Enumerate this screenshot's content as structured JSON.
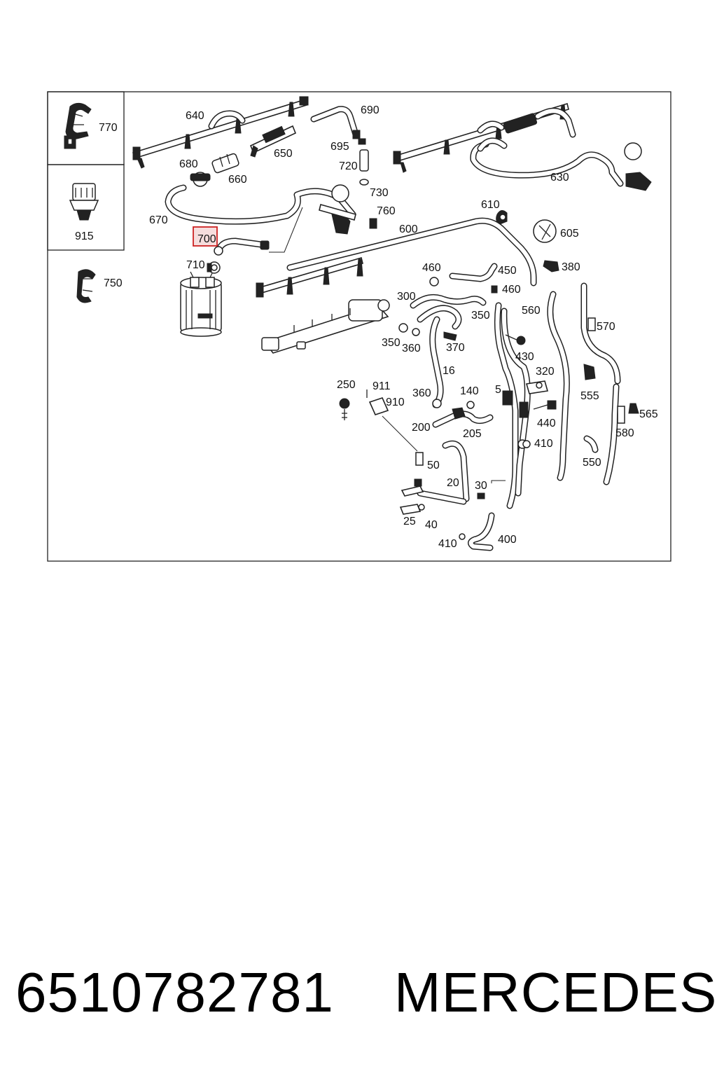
{
  "diagram": {
    "highlight_color": "#cc2222",
    "highlighted_label": "700",
    "inset_labels": [
      "770",
      "915"
    ],
    "labels": [
      "640",
      "690",
      "650",
      "695",
      "720",
      "680",
      "660",
      "730",
      "760",
      "670",
      "700",
      "710",
      "750",
      "630",
      "610",
      "600",
      "605",
      "380",
      "460",
      "450",
      "460",
      "300",
      "350",
      "560",
      "570",
      "350",
      "360",
      "370",
      "430",
      "320",
      "16",
      "250",
      "911",
      "910",
      "360",
      "140",
      "5",
      "555",
      "200",
      "205",
      "440",
      "565",
      "410",
      "580",
      "50",
      "550",
      "20",
      "30",
      "25",
      "40",
      "410",
      "400"
    ]
  },
  "footer": {
    "part_number": "6510782781",
    "brand": "MERCEDES"
  }
}
